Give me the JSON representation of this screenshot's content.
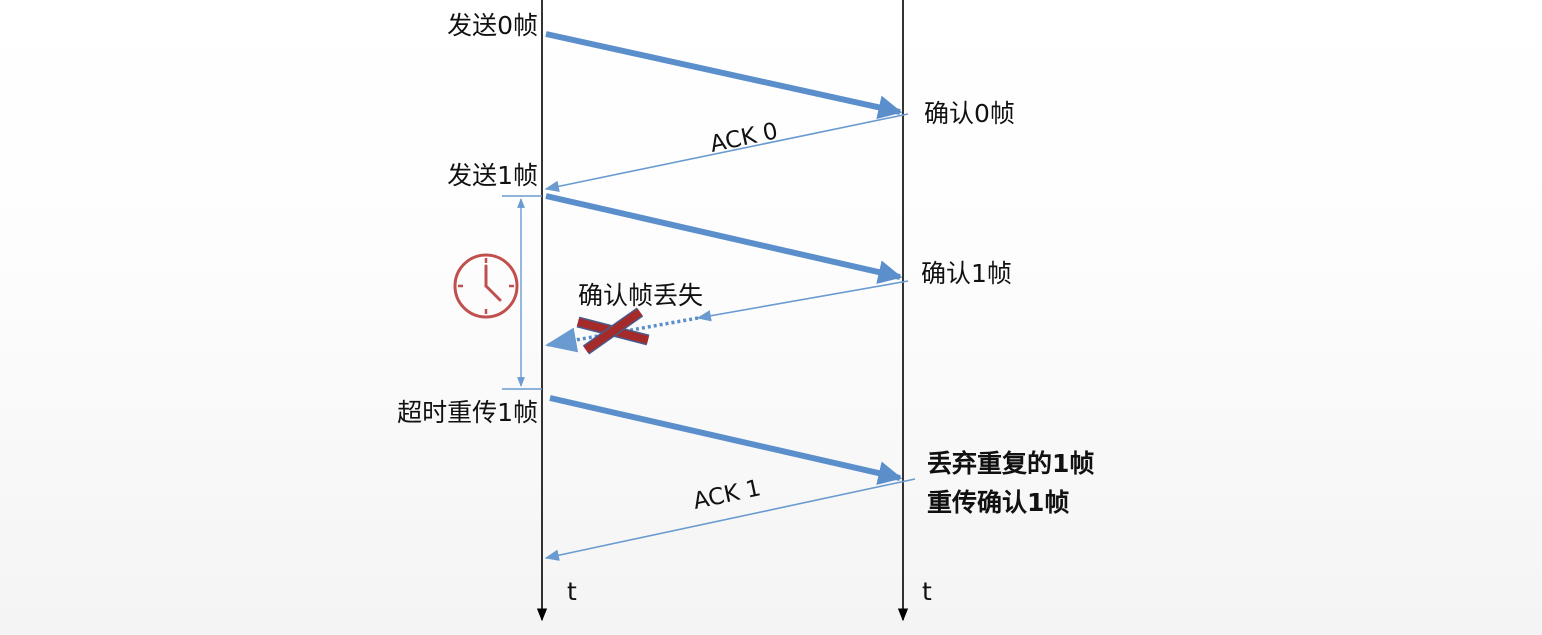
{
  "sender": {
    "send_frame0": "发送0帧",
    "send_frame1": "发送1帧",
    "timeout_resend": "超时重传1帧",
    "time_axis": "t"
  },
  "receiver": {
    "confirm_frame0": "确认0帧",
    "confirm_frame1": "确认1帧",
    "discard_duplicate": "丢弃重复的1帧",
    "resend_confirm": "重传确认1帧",
    "time_axis": "t"
  },
  "messages": {
    "ack0": "ACK 0",
    "ack1": "ACK 1",
    "ack_lost": "确认帧丢失"
  },
  "colors": {
    "frame_arrow": "#5b8fcb",
    "ack_arrow": "#6a9bd0",
    "axis": "#000000",
    "lost_cross": "#a52a2a",
    "clock": "#c0504d"
  },
  "icons": {
    "timer": "clock-icon",
    "lost": "cross-icon"
  }
}
